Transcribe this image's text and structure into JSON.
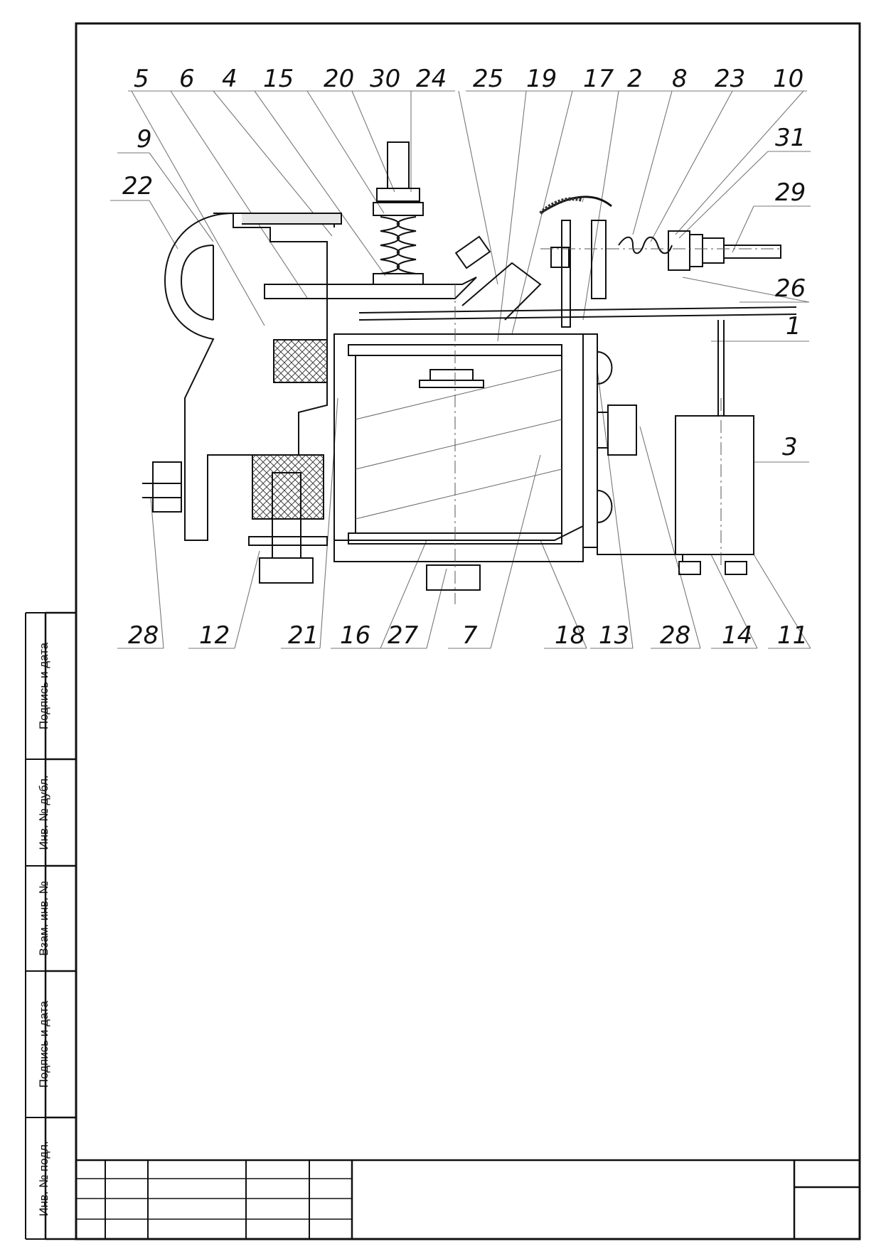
{
  "drawing": {
    "callouts_top": [
      "5",
      "6",
      "4",
      "15",
      "20",
      "30",
      "24",
      "25",
      "19",
      "17",
      "2",
      "8",
      "23",
      "10"
    ],
    "callouts_right": [
      "9",
      "22",
      "31",
      "29",
      "26",
      "1",
      "3"
    ],
    "callouts_bottom": [
      "28",
      "12",
      "21",
      "16",
      "27",
      "7",
      "18",
      "13",
      "28",
      "14",
      "11"
    ]
  },
  "side_stamp": {
    "labels": [
      "Подпись и дата",
      "Инв. № дубл.",
      "Взам. инв. №",
      "Подпись и дата",
      "Инв. № подл."
    ]
  }
}
